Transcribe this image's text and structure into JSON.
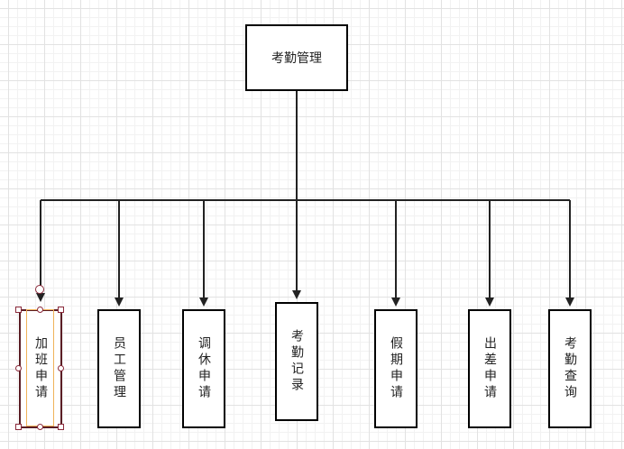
{
  "diagram": {
    "root": {
      "label": "考勤管理"
    },
    "children": [
      {
        "label": "加班申请"
      },
      {
        "label": "员工管理"
      },
      {
        "label": "调休申请"
      },
      {
        "label": "考勤记录"
      },
      {
        "label": "假期申请"
      },
      {
        "label": "出差申请"
      },
      {
        "label": "考勤查询"
      }
    ],
    "selected_index": 0
  }
}
